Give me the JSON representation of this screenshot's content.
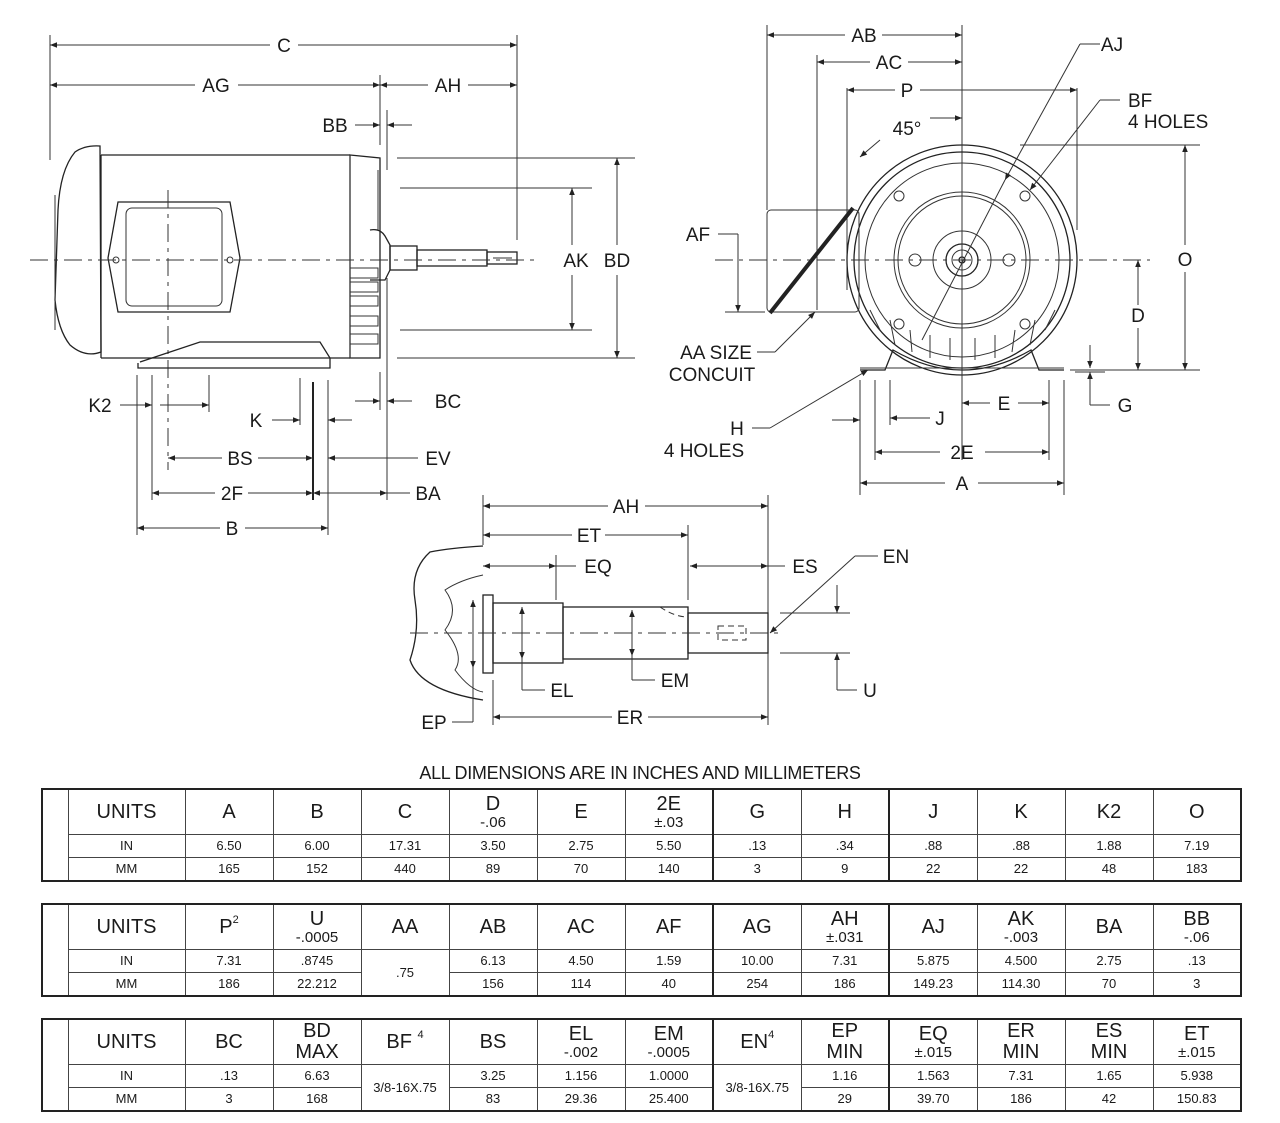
{
  "note": "ALL DIMENSIONS ARE IN INCHES AND MILLIMETERS",
  "drawing": {
    "side_view_labels": {
      "C": "C",
      "AG": "AG",
      "AH": "AH",
      "BB": "BB",
      "AK": "AK",
      "BD": "BD",
      "K2": "K2",
      "K": "K",
      "BC": "BC",
      "BS": "BS",
      "EV": "EV",
      "F2": "2F",
      "BA": "BA",
      "B": "B"
    },
    "end_view_labels": {
      "AB": "AB",
      "AC": "AC",
      "P": "P",
      "AJ": "AJ",
      "BF": "BF",
      "BF_note": "4 HOLES",
      "angle": "45°",
      "AF": "AF",
      "O": "O",
      "D": "D",
      "AA1": "AA SIZE",
      "AA2": "CONCUIT",
      "H": "H",
      "H_note": "4 HOLES",
      "J": "J",
      "E": "E",
      "G": "G",
      "E2": "2E",
      "A": "A"
    },
    "shaft_view_labels": {
      "AH": "AH",
      "ET": "ET",
      "EQ": "EQ",
      "ES": "ES",
      "EN": "EN",
      "EL": "EL",
      "EM": "EM",
      "U": "U",
      "EP": "EP",
      "ER": "ER"
    }
  },
  "tables": [
    {
      "headers": [
        {
          "name": "UNITS",
          "tol": ""
        },
        {
          "name": "A",
          "tol": ""
        },
        {
          "name": "B",
          "tol": ""
        },
        {
          "name": "C",
          "tol": ""
        },
        {
          "name": "D",
          "tol": "-.06"
        },
        {
          "name": "E",
          "tol": ""
        },
        {
          "name": "2E",
          "tol": "±.03"
        },
        {
          "name": "G",
          "tol": ""
        },
        {
          "name": "H",
          "tol": ""
        },
        {
          "name": "J",
          "tol": ""
        },
        {
          "name": "K",
          "tol": ""
        },
        {
          "name": "K2",
          "tol": ""
        },
        {
          "name": "O",
          "tol": ""
        }
      ],
      "rows": [
        [
          "IN",
          "6.50",
          "6.00",
          "17.31",
          "3.50",
          "2.75",
          "5.50",
          ".13",
          ".34",
          ".88",
          ".88",
          "1.88",
          "7.19"
        ],
        [
          "MM",
          "165",
          "152",
          "440",
          "89",
          "70",
          "140",
          "3",
          "9",
          "22",
          "22",
          "48",
          "183"
        ]
      ]
    },
    {
      "headers": [
        {
          "name": "UNITS",
          "tol": ""
        },
        {
          "name": "P",
          "sup": "2",
          "tol": ""
        },
        {
          "name": "U",
          "tol": "-.0005"
        },
        {
          "name": "AA",
          "tol": ""
        },
        {
          "name": "AB",
          "tol": ""
        },
        {
          "name": "AC",
          "tol": ""
        },
        {
          "name": "AF",
          "tol": ""
        },
        {
          "name": "AG",
          "tol": ""
        },
        {
          "name": "AH",
          "tol": "±.031"
        },
        {
          "name": "AJ",
          "tol": ""
        },
        {
          "name": "AK",
          "tol": "-.003"
        },
        {
          "name": "BA",
          "tol": ""
        },
        {
          "name": "BB",
          "tol": "-.06"
        }
      ],
      "merged": {
        "AA": ".75"
      },
      "rows": [
        [
          "IN",
          "7.31",
          ".8745",
          ".75",
          "6.13",
          "4.50",
          "1.59",
          "10.00",
          "7.31",
          "5.875",
          "4.500",
          "2.75",
          ".13"
        ],
        [
          "MM",
          "186",
          "22.212",
          ".75",
          "156",
          "114",
          "40",
          "254",
          "186",
          "149.23",
          "114.30",
          "70",
          "3"
        ]
      ]
    },
    {
      "headers": [
        {
          "name": "UNITS",
          "tol": ""
        },
        {
          "name": "BC",
          "tol": ""
        },
        {
          "name": "BD",
          "tol": "MAX"
        },
        {
          "name": "BF",
          "sup": "4",
          "tol": ""
        },
        {
          "name": "BS",
          "tol": ""
        },
        {
          "name": "EL",
          "tol": "-.002"
        },
        {
          "name": "EM",
          "tol": "-.0005"
        },
        {
          "name": "EN",
          "sup": "4",
          "tol": ""
        },
        {
          "name": "EP",
          "tol": "MIN"
        },
        {
          "name": "EQ",
          "tol": "±.015"
        },
        {
          "name": "ER",
          "tol": "MIN"
        },
        {
          "name": "ES",
          "tol": "MIN"
        },
        {
          "name": "ET",
          "tol": "±.015"
        }
      ],
      "merged": {
        "BF": "3/8-16X.75",
        "EN": "3/8-16X.75"
      },
      "rows": [
        [
          "IN",
          ".13",
          "6.63",
          "3/8-16X.75",
          "3.25",
          "1.156",
          "1.0000",
          "3/8-16X.75",
          "1.16",
          "1.563",
          "7.31",
          "1.65",
          "5.938"
        ],
        [
          "MM",
          "3",
          "168",
          "3/8-16X.75",
          "83",
          "29.36",
          "25.400",
          "3/8-16X.75",
          "29",
          "39.70",
          "186",
          "42",
          "150.83"
        ]
      ]
    }
  ]
}
